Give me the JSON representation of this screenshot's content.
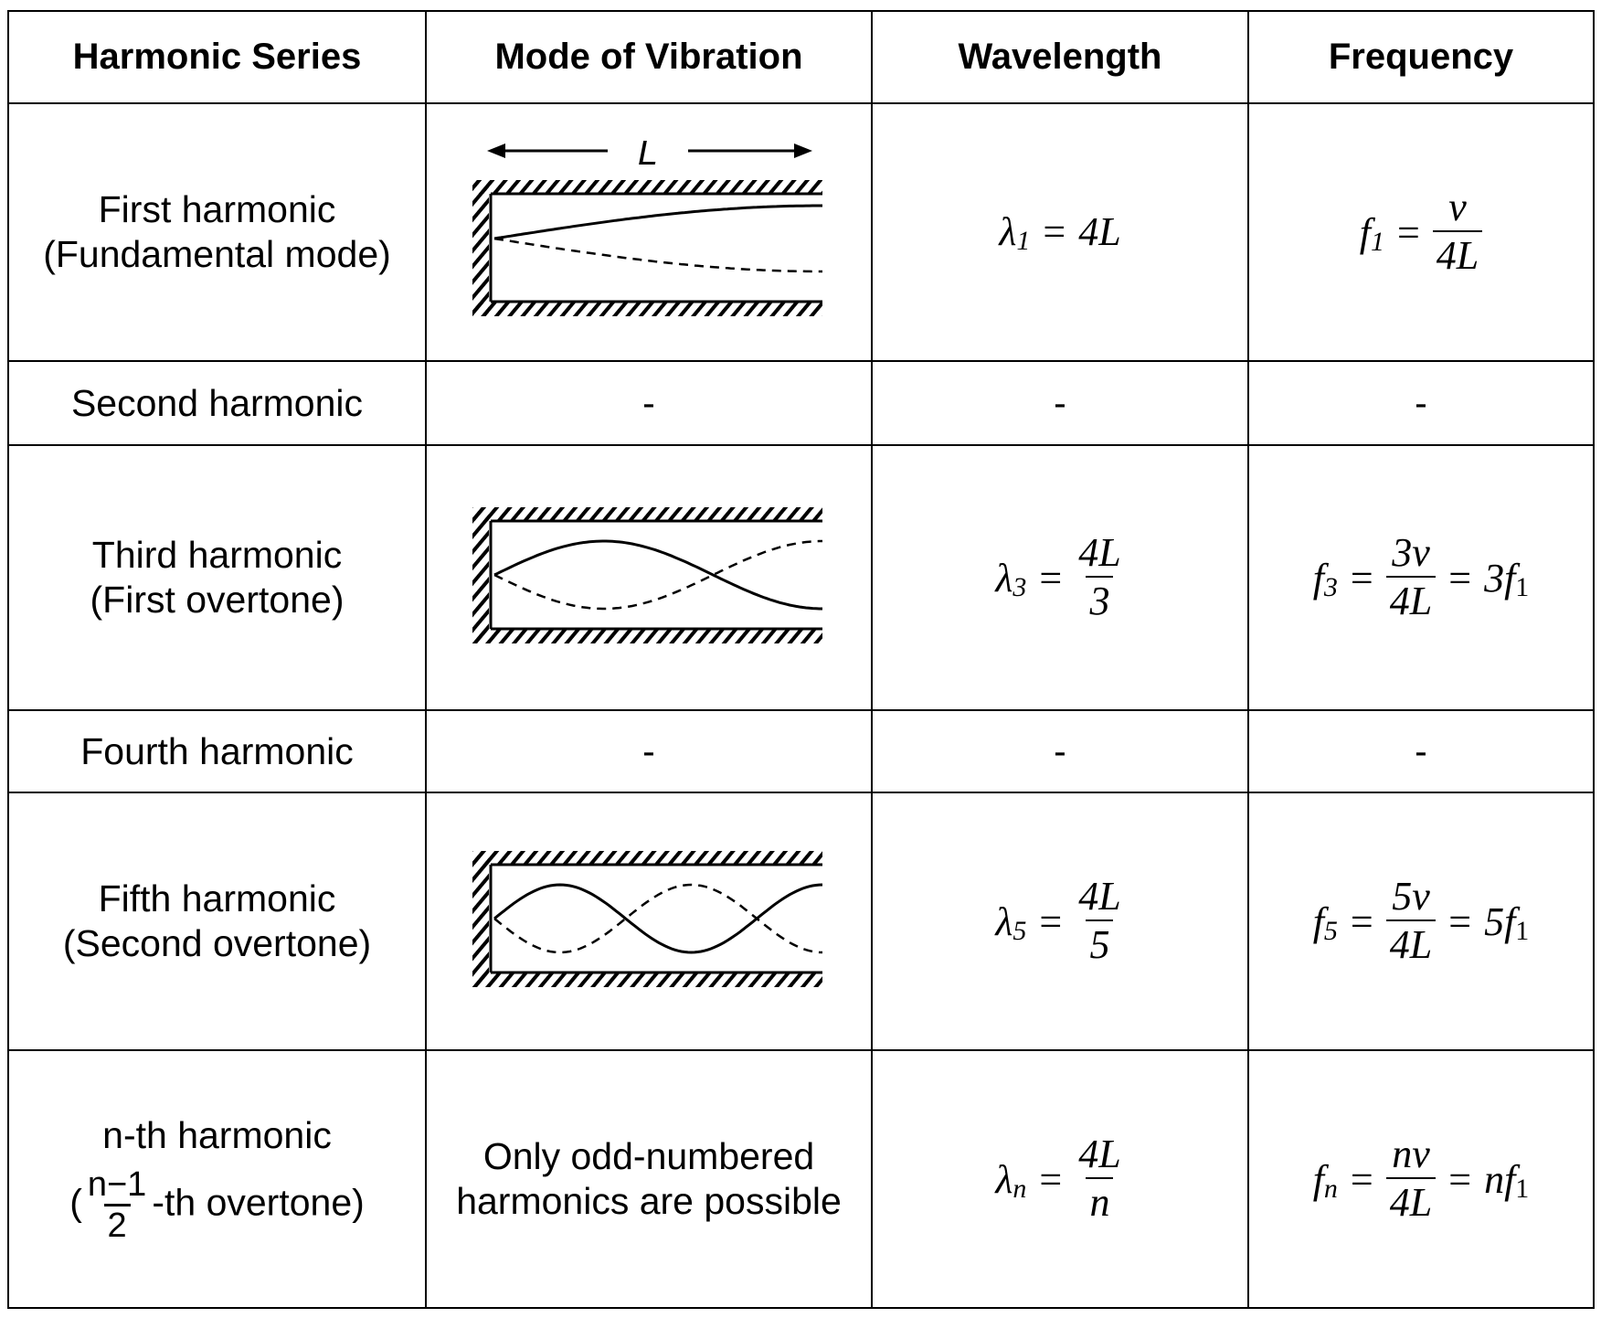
{
  "headers": [
    "Harmonic Series",
    "Mode of Vibration",
    "Wavelength",
    "Frequency"
  ],
  "rows": [
    {
      "series": [
        "First harmonic",
        "(Fundamental mode)"
      ],
      "mode": {
        "type": "diagram",
        "harmonic": 1,
        "length_label": "L"
      },
      "wavelength": {
        "symbol": "λ",
        "sub": "1",
        "inline": "4L"
      },
      "frequency": {
        "symbol": "f",
        "sub": "1",
        "num": "v",
        "den": "4L"
      }
    },
    {
      "series": [
        "Second harmonic"
      ],
      "mode": {
        "type": "text",
        "text": "-"
      },
      "wavelength": {
        "text": "-"
      },
      "frequency": {
        "text": "-"
      }
    },
    {
      "series": [
        "Third harmonic",
        "(First overtone)"
      ],
      "mode": {
        "type": "diagram",
        "harmonic": 3
      },
      "wavelength": {
        "symbol": "λ",
        "sub": "3",
        "num": "4L",
        "den": "3"
      },
      "frequency": {
        "symbol": "f",
        "sub": "3",
        "num": "3v",
        "den": "4L",
        "rhs": "3f",
        "rhs_sub": "1"
      }
    },
    {
      "series": [
        "Fourth harmonic"
      ],
      "mode": {
        "type": "text",
        "text": "-"
      },
      "wavelength": {
        "text": "-"
      },
      "frequency": {
        "text": "-"
      }
    },
    {
      "series": [
        "Fifth harmonic",
        "(Second overtone)"
      ],
      "mode": {
        "type": "diagram",
        "harmonic": 5
      },
      "wavelength": {
        "symbol": "λ",
        "sub": "5",
        "num": "4L",
        "den": "5"
      },
      "frequency": {
        "symbol": "f",
        "sub": "5",
        "num": "5v",
        "den": "4L",
        "rhs": "5f",
        "rhs_sub": "1"
      }
    },
    {
      "series": [
        "n-th harmonic"
      ],
      "series_overtone": {
        "open": "(",
        "num": "n−1",
        "den": "2",
        "suffix": "-th overtone)"
      },
      "mode": {
        "type": "text",
        "text": [
          "Only odd-numbered",
          "harmonics are possible"
        ]
      },
      "wavelength": {
        "symbol": "λ",
        "sub": "n",
        "num": "4L",
        "den": "n"
      },
      "frequency": {
        "symbol": "f",
        "sub": "n",
        "num": "nv",
        "den": "4L",
        "rhs": "nf",
        "rhs_sub": "1"
      }
    }
  ],
  "equals": "="
}
